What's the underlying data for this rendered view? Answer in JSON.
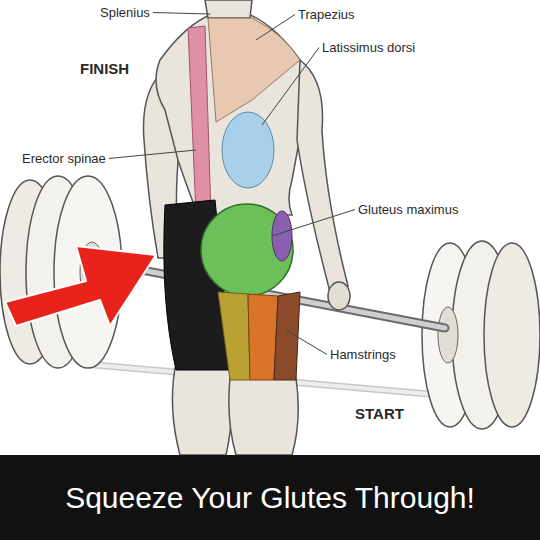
{
  "diagram": {
    "caption": "Squeeze Your Glutes Through!",
    "labels": [
      "Splenius",
      "Trapezius",
      "Latissimus dorsi",
      "FINISH",
      "Erector spinae",
      "Gluteus maximus",
      "Hamstrings",
      "START"
    ]
  }
}
